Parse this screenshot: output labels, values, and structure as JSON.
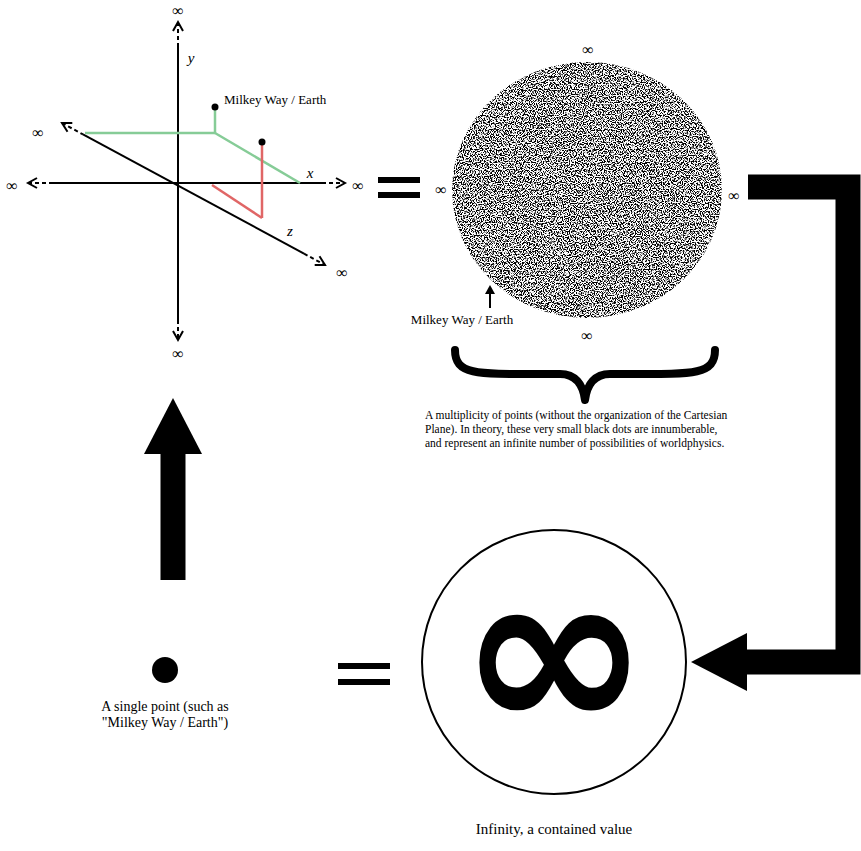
{
  "diagram": {
    "nodes": [
      {
        "text": [
          "∞",
          "y",
          "∞",
          "Milkey Way / Earth",
          "∞",
          "x",
          "∞",
          "z",
          "∞",
          "∞"
        ]
      },
      {
        "text": [
          "∞",
          "∞",
          "∞",
          "Milkey Way / Earth",
          "∞"
        ]
      },
      {
        "text": [
          "A single point (such as \"Milkey Way / Earth\")"
        ]
      },
      {
        "text": [
          "∞",
          "Infinity, a contained value"
        ]
      }
    ],
    "edges": [
      {
        "from": 1,
        "to": 3,
        "arrow": "to"
      },
      {
        "from": 2,
        "to": 0,
        "arrow": "to"
      }
    ],
    "labels": [
      "A multiplicity of points (without the organization of the Cartesian Plane). In theory, these very small black dots are innumberable, and represent an infinite number of possibilities of worldphysics."
    ]
  }
}
